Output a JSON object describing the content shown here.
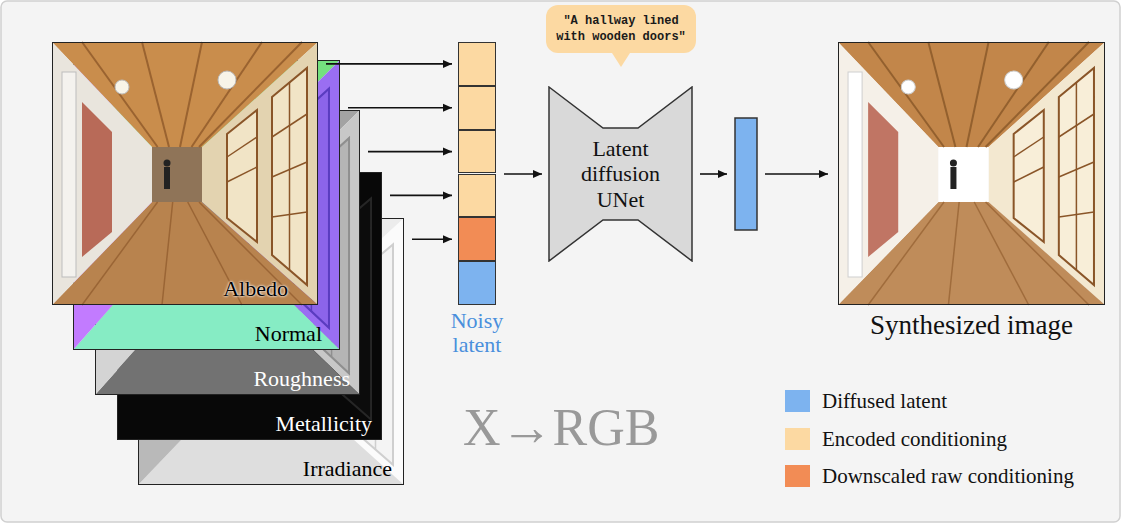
{
  "diagram": {
    "nodes": [
      {
        "text": [
          "Albedo"
        ]
      },
      {
        "text": [
          "Normal"
        ]
      },
      {
        "text": [
          "Roughness"
        ]
      },
      {
        "text": [
          "Metallicity"
        ]
      },
      {
        "text": [
          "Irradiance"
        ]
      },
      {
        "text": [
          "Noisy latent"
        ]
      },
      {
        "text": [
          "\"A hallway lined with wooden doors\""
        ]
      },
      {
        "text": [
          "Latent diffusion UNet"
        ]
      },
      {
        "text": [
          "Synthesized image"
        ]
      }
    ],
    "edges": [
      {
        "from": 0,
        "to": 5,
        "arrow": "to"
      },
      {
        "from": 1,
        "to": 5,
        "arrow": "to"
      },
      {
        "from": 2,
        "to": 5,
        "arrow": "to"
      },
      {
        "from": 3,
        "to": 5,
        "arrow": "to"
      },
      {
        "from": 4,
        "to": 5,
        "arrow": "to"
      },
      {
        "from": 5,
        "to": 7,
        "arrow": "to"
      }
    ],
    "labels": [
      "X→RGB"
    ],
    "legend": [
      {
        "text": "Diffused latent",
        "color": "#7db3ef"
      },
      {
        "text": "Encoded conditioning",
        "color": "#fcd9a2"
      },
      {
        "text": "Downscaled raw conditioning",
        "color": "#f28c55"
      }
    ]
  }
}
